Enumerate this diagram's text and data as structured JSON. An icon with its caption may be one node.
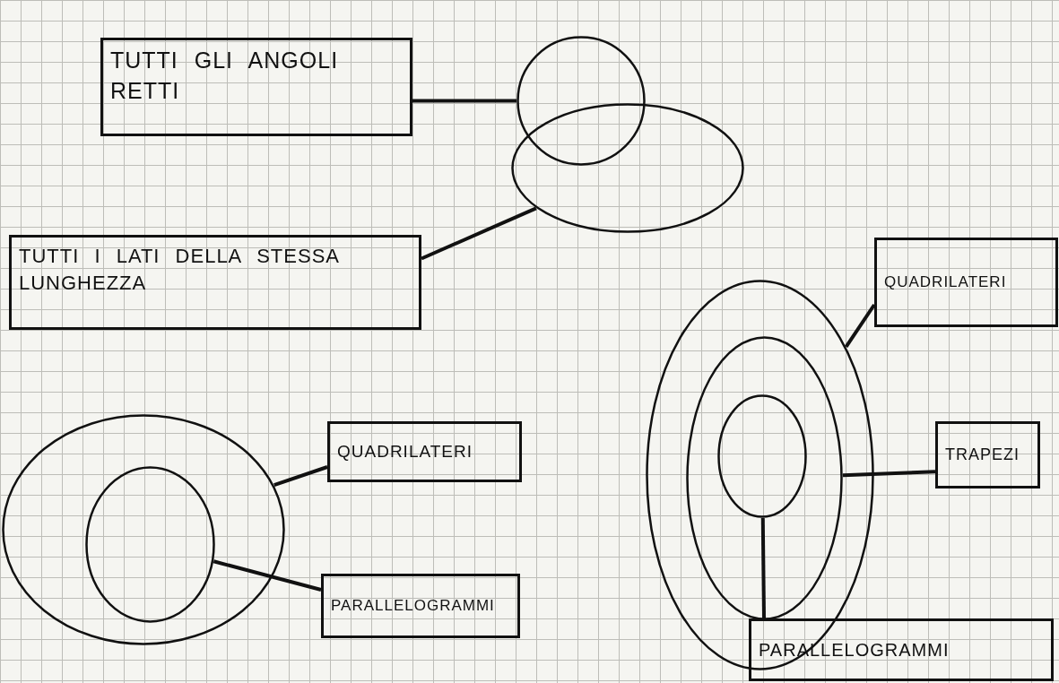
{
  "diagram": {
    "nodes": [
      {
        "text": [
          "TUTTI GLI ANGOLI RETTI"
        ]
      },
      {
        "text": [],
        "shape": "circle"
      },
      {
        "text": [],
        "shape": "circle"
      },
      {
        "text": [
          "TUTTI I LATI DELLA STESSA LUNGHEZZA"
        ]
      },
      {
        "text": [
          "QUADRILATERI"
        ]
      },
      {
        "text": [],
        "shape": "circle"
      },
      {
        "text": [],
        "shape": "circle",
        "in": 5
      },
      {
        "text": [],
        "shape": "circle",
        "in": 6
      },
      {
        "text": [],
        "shape": "circle"
      },
      {
        "text": [],
        "shape": "circle",
        "in": 8
      },
      {
        "text": [
          "QUADRILATERI"
        ]
      },
      {
        "text": [
          "TRAPEZI"
        ]
      },
      {
        "text": [
          "PARALLELOGRAMMI"
        ]
      },
      {
        "text": [
          "PARALLELOGRAMMI"
        ]
      }
    ],
    "edges": [
      {
        "from": 0,
        "to": 1,
        "arrow": "none"
      },
      {
        "from": 3,
        "to": 2,
        "arrow": "none"
      },
      {
        "from": 5,
        "to": 4,
        "arrow": "none"
      },
      {
        "from": 8,
        "to": 10,
        "arrow": "none"
      },
      {
        "from": 6,
        "to": 11,
        "arrow": "none"
      },
      {
        "from": 9,
        "to": 12,
        "arrow": "none"
      },
      {
        "from": 7,
        "to": 13,
        "arrow": "none"
      }
    ]
  }
}
